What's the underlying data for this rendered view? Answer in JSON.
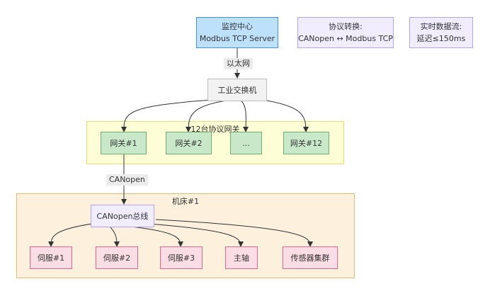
{
  "nodes": {
    "monitor": {
      "line1": "监控中心",
      "line2": "Modbus TCP Server"
    },
    "protocol_note": {
      "line1": "协议转换:",
      "line2": "CANopen ↔ Modbus TCP"
    },
    "realtime_note": {
      "line1": "实时数据流:",
      "line2": "延迟≤150ms"
    },
    "switch": "工业交换机",
    "gateways": [
      "网关#1",
      "网关#2",
      "...",
      "网关#12"
    ],
    "canbus": "CANopen总线",
    "devices": [
      "伺服#1",
      "伺服#2",
      "伺服#3",
      "主轴",
      "传感器集群"
    ]
  },
  "clusters": {
    "gateway_group": "12台协议网关",
    "machine": "机床#1"
  },
  "edges": {
    "monitor_switch": "以太网",
    "gw1_canbus": "CANopen"
  },
  "colors": {
    "edge": "#333333"
  }
}
